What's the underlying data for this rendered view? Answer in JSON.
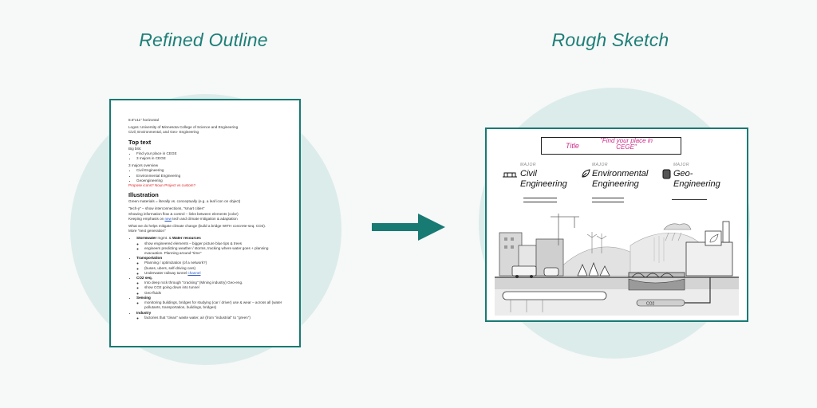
{
  "headings": {
    "left": "Refined Outline",
    "right": "Rough Sketch"
  },
  "doc": {
    "size": "8.5\"x11\" horizontal",
    "logos": "Logos: University of Minnesota College of Science and Engineering",
    "logos2": "Civil, Environmental, and Geo- Engineering",
    "top_text_heading": "Top text",
    "big_bits": "Big bits:",
    "big_bits_items": [
      "Find your place in CEGE",
      "3 majors in CEGE"
    ],
    "majors_overview": "3 majors overview",
    "majors_items": [
      "Civil Engineering",
      "Environmental Engineering",
      "Geoengineering"
    ],
    "propose": "Propose icons? Noun Project vs custom?",
    "illustration_heading": "Illustration",
    "green": "Green materials = literally vs. conceptually (e.g. a leaf icon on object)",
    "techy": "\"tech-y\" – show interconnections, \"smart cities\"",
    "showing": "Showing information flow & control – links between elements (color)",
    "keeping_prefix": "Keeping emphasis on ",
    "keeping_link": "new",
    "keeping_suffix": " tech and climate mitigation & adaptation",
    "what": "What we do helps mitigate climate change (build a bridge WITH concrete-seq. CO2).",
    "more": "More \"next generation\"",
    "sections": [
      {
        "title_bold": "Stormwater",
        "title_rest": " mgmt. & ",
        "title_bold2": "Water resources",
        "items": [
          "show engineered elements – bigger picture blue tips & trees",
          "engineers predicting weather / storms, tracking where water goes + planning evacuation. Planning around \"time\""
        ]
      },
      {
        "title_bold": "Transportation",
        "title_rest": "",
        "title_bold2": "",
        "items": [
          "Planning / optimization (of a network?)",
          "(buses, ubers, self-driving cars)",
          "Underwater railway tunnel "
        ]
      },
      {
        "title_bold": "CO2 seq.",
        "title_rest": "",
        "title_bold2": "",
        "items": [
          "Into deep rock through \"cracking\" (Mining industry) Geo-eng.",
          "show CO2 going down into tunnel",
          "Geo-fluids"
        ]
      },
      {
        "title_bold": "Sensing",
        "title_rest": "",
        "title_bold2": "",
        "items": [
          "monitoring buildings, bridges for studying (car / driver) use & wear – across all (water pollutants, transportation, buildings, bridges)"
        ]
      },
      {
        "title_bold": "Industry",
        "title_rest": "",
        "title_bold2": "",
        "items": [
          "factories that \"clean\" waste water, air (from \"industrial\" to \"green\")"
        ]
      }
    ],
    "channel_link": "channel",
    "mining_bold": "Mining"
  },
  "sketch": {
    "title_label": "Title",
    "title_quote": "\"Find your place in CEGE\"",
    "majors": [
      {
        "tag": "MAJOR",
        "name": "Civil Engineering"
      },
      {
        "tag": "MAJOR",
        "name": "Environmental Engineering"
      },
      {
        "tag": "MAJOR",
        "name": "Geo-Engineering"
      }
    ],
    "co2_label": "CO2"
  },
  "colors": {
    "teal": "#177a73",
    "circle": "#dcecea",
    "title_pink": "#cc2a8a"
  }
}
